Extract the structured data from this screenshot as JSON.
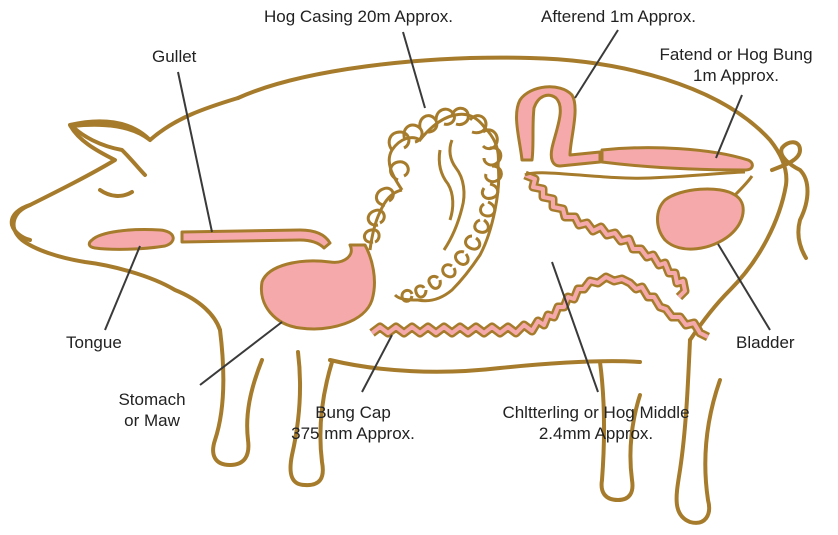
{
  "colors": {
    "outline": "#a67c2c",
    "organ_fill": "#f6a9aa",
    "organ_stroke": "#a67c2c",
    "leader": "#3a3a3a",
    "text": "#222222"
  },
  "labels": {
    "hog_casing": "Hog Casing 20m Approx.",
    "afterend": "Afterend 1m Approx.",
    "fatend_line1": "Fatend or Hog Bung",
    "fatend_line2": "1m Approx.",
    "gullet": "Gullet",
    "tongue": "Tongue",
    "bladder": "Bladder",
    "stomach_line1": "Stomach",
    "stomach_line2": "or Maw",
    "bung_cap_line1": "Bung Cap",
    "bung_cap_line2": "375 mm Approx.",
    "chitterling_line1": "Chltterling or Hog Middle",
    "chitterling_line2": "2.4mm Approx."
  }
}
